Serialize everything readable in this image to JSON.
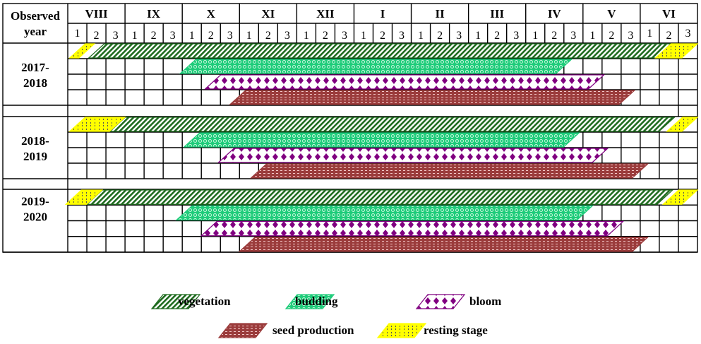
{
  "chart_data": {
    "type": "gantt",
    "title": "",
    "corner_header": [
      "Observed",
      "year"
    ],
    "months": [
      "VIII",
      "IX",
      "X",
      "XI",
      "XII",
      "I",
      "II",
      "III",
      "IV",
      "V",
      "VI"
    ],
    "decades": [
      "1",
      "2",
      "3"
    ],
    "time_unit": "decade (10-day period), 0 = start of VIII-1, 33 = end of VI-3",
    "years": [
      {
        "label": [
          "2017-",
          "2018"
        ],
        "phases": [
          {
            "phase": "resting stage",
            "row": 0,
            "start": 0.1,
            "end": 1.4
          },
          {
            "phase": "vegetation",
            "row": 0,
            "start": 1.1,
            "end": 31.9
          },
          {
            "phase": "resting stage",
            "row": 0,
            "start": 30.8,
            "end": 33.0
          },
          {
            "phase": "budding",
            "row": 1,
            "start": 5.9,
            "end": 26.4
          },
          {
            "phase": "bloom",
            "row": 2,
            "start": 7.2,
            "end": 28.1
          },
          {
            "phase": "seed production",
            "row": 3,
            "start": 8.5,
            "end": 29.7
          }
        ]
      },
      {
        "label": [
          "2018-",
          "2019"
        ],
        "phases": [
          {
            "phase": "resting stage",
            "row": 0,
            "start": 0.1,
            "end": 3.0
          },
          {
            "phase": "vegetation",
            "row": 0,
            "start": 2.2,
            "end": 31.8
          },
          {
            "phase": "resting stage",
            "row": 0,
            "start": 31.4,
            "end": 33.0
          },
          {
            "phase": "budding",
            "row": 1,
            "start": 6.1,
            "end": 26.8
          },
          {
            "phase": "bloom",
            "row": 2,
            "start": 7.9,
            "end": 28.3
          },
          {
            "phase": "seed production",
            "row": 3,
            "start": 9.6,
            "end": 30.4
          }
        ]
      },
      {
        "label": [
          "2019-",
          "2020"
        ],
        "phases": [
          {
            "phase": "resting stage",
            "row": 0,
            "start": -0.1,
            "end": 1.8
          },
          {
            "phase": "vegetation",
            "row": 0,
            "start": 1.0,
            "end": 31.7
          },
          {
            "phase": "resting stage",
            "row": 0,
            "start": 31.2,
            "end": 33.0
          },
          {
            "phase": "budding",
            "row": 1,
            "start": 5.7,
            "end": 27.5
          },
          {
            "phase": "bloom",
            "row": 2,
            "start": 7.0,
            "end": 29.1
          },
          {
            "phase": "seed production",
            "row": 3,
            "start": 9.0,
            "end": 30.4
          }
        ]
      }
    ],
    "legend": [
      {
        "phase": "vegetation",
        "label": "vegetation"
      },
      {
        "phase": "budding",
        "label": "budding"
      },
      {
        "phase": "bloom",
        "label": "bloom"
      },
      {
        "phase": "seed production",
        "label": "seed production"
      },
      {
        "phase": "resting stage",
        "label": "resting stage"
      }
    ],
    "legend_position": "bottom-center",
    "colors": {
      "vegetation": "#1e6b1e",
      "budding": "#1ecc7a",
      "bloom": "#800080",
      "seed production": "#9b3c3c",
      "resting stage": "#ffff00"
    }
  }
}
